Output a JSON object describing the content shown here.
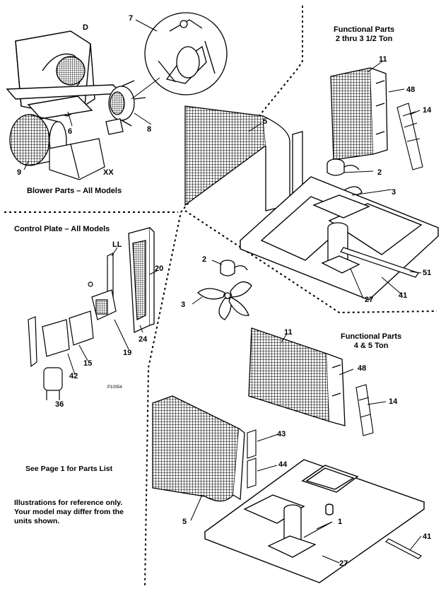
{
  "sections": {
    "blower": {
      "caption": "Blower Parts – All Models"
    },
    "control": {
      "caption": "Control Plate – All Models"
    },
    "functional_small": {
      "title_line1": "Functional Parts",
      "title_line2": "2 thru 3 1/2 Ton"
    },
    "functional_large": {
      "title_line1": "Functional Parts",
      "title_line2": "4 & 5 Ton"
    }
  },
  "notes": {
    "parts_list": "See Page 1 for Parts List",
    "reference_line1": "Illustrations for reference only.",
    "reference_line2": "Your model may differ from the",
    "reference_line3": "units shown."
  },
  "figure_code": "P10054",
  "callouts": {
    "blower": {
      "d": "D",
      "seven": "7",
      "six": "6",
      "eight": "8",
      "nine": "9",
      "xx": "XX"
    },
    "control": {
      "ll": "LL",
      "twenty": "20",
      "twentyfour": "24",
      "nineteen": "19",
      "fifteen": "15",
      "fortytwo": "42",
      "thirtysix": "36"
    },
    "small": {
      "eleven": "11",
      "fortyeight": "48",
      "fourteen": "14",
      "five": "5",
      "two": "2",
      "three": "3",
      "fiftyone": "51",
      "fortyone": "41",
      "twentyseven": "27"
    },
    "loose": {
      "two": "2",
      "three": "3"
    },
    "large": {
      "eleven": "11",
      "fortyeight": "48",
      "fourteen": "14",
      "fortythree": "43",
      "fortyfour": "44",
      "five": "5",
      "one": "1",
      "fortyone": "41",
      "twentyseven": "27"
    }
  }
}
